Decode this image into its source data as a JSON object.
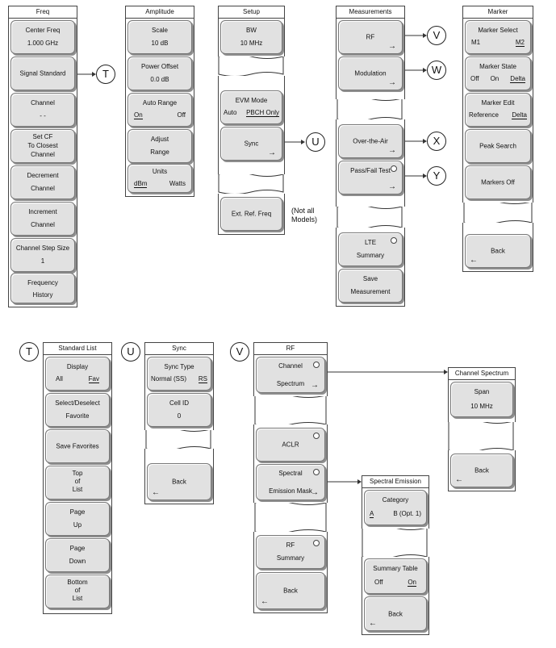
{
  "freq": {
    "title": "Freq",
    "center_freq": {
      "label": "Center Freq",
      "value": "1.000 GHz"
    },
    "signal_standard": "Signal Standard",
    "channel": {
      "label": "Channel",
      "value": "- -"
    },
    "set_cf": [
      "Set CF",
      "To Closest",
      "Channel"
    ],
    "decrement": {
      "label": "Decrement",
      "value": "Channel"
    },
    "increment": {
      "label": "Increment",
      "value": "Channel"
    },
    "step": {
      "label": "Channel Step Size",
      "value": "1"
    },
    "history": {
      "label": "Frequency",
      "value": "History"
    }
  },
  "amplitude": {
    "title": "Amplitude",
    "scale": {
      "label": "Scale",
      "value": "10 dB"
    },
    "offset": {
      "label": "Power Offset",
      "value": "0.0 dB"
    },
    "auto_range": {
      "label": "Auto Range",
      "on": "On",
      "off": "Off"
    },
    "adjust": {
      "label": "Adjust",
      "value": "Range"
    },
    "units": {
      "label": "Units",
      "dbm": "dBm",
      "watts": "Watts"
    }
  },
  "setup": {
    "title": "Setup",
    "bw": {
      "label": "BW",
      "value": "10 MHz"
    },
    "evm": {
      "label": "EVM Mode",
      "auto": "Auto",
      "pbch": "PBCH Only"
    },
    "sync": "Sync",
    "ext_ref": "Ext. Ref. Freq",
    "note": [
      "(Not all",
      "Models)"
    ]
  },
  "measurements": {
    "title": "Measurements",
    "rf": "RF",
    "modulation": "Modulation",
    "ota": "Over-the-Air",
    "passfail": "Pass/Fail Test",
    "lte": {
      "label": "LTE",
      "value": "Summary"
    },
    "save": {
      "label": "Save",
      "value": "Measurement"
    }
  },
  "marker": {
    "title": "Marker",
    "select": {
      "label": "Marker Select",
      "m1": "M1",
      "m2": "M2"
    },
    "state": {
      "label": "Marker State",
      "off": "Off",
      "on": "On",
      "delta": "Delta"
    },
    "edit": {
      "label": "Marker Edit",
      "ref": "Reference",
      "delta": "Delta"
    },
    "peak": "Peak Search",
    "off": "Markers Off",
    "back": "Back"
  },
  "std_list": {
    "title": "Standard List",
    "display": {
      "label": "Display",
      "all": "All",
      "fav": "Fav"
    },
    "select": {
      "label": "Select/Deselect",
      "value": "Favorite"
    },
    "save_fav": "Save Favorites",
    "top": [
      "Top",
      "of",
      "List"
    ],
    "page_up": {
      "label": "Page",
      "value": "Up"
    },
    "page_down": {
      "label": "Page",
      "value": "Down"
    },
    "bottom": [
      "Bottom",
      "of",
      "List"
    ]
  },
  "sync_menu": {
    "title": "Sync",
    "type": {
      "label": "Sync Type",
      "normal": "Normal (SS)",
      "rs": "RS"
    },
    "cell": {
      "label": "Cell ID",
      "value": "0"
    },
    "back": "Back"
  },
  "rf_menu": {
    "title": "RF",
    "channel": [
      "Channel",
      "Spectrum"
    ],
    "aclr": "ACLR",
    "spectral": [
      "Spectral",
      "Emission Mask"
    ],
    "summary": {
      "label": "RF",
      "value": "Summary"
    },
    "back": "Back"
  },
  "chan_spec": {
    "title": "Channel Spectrum",
    "span": {
      "label": "Span",
      "value": "10 MHz"
    },
    "back": "Back"
  },
  "spec_em": {
    "title": "Spectral Emission",
    "category": {
      "label": "Category",
      "a": "A",
      "b": "B (Opt. 1)"
    },
    "summary": {
      "label": "Summary Table",
      "off": "Off",
      "on": "On"
    },
    "back": "Back"
  },
  "callouts": {
    "t": "T",
    "u": "U",
    "v": "V",
    "w": "W",
    "x": "X",
    "y": "Y"
  },
  "arrow": "→",
  "back_arrow": "←"
}
